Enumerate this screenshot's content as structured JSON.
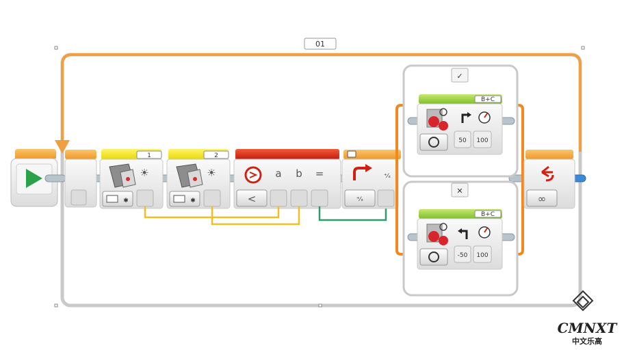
{
  "loop": {
    "label": "01",
    "infinity_symbol": "∞"
  },
  "sensors": [
    {
      "port": "1",
      "icon": "color-sensor-icon"
    },
    {
      "port": "2",
      "icon": "color-sensor-icon"
    }
  ],
  "compare": {
    "input_a": "a",
    "input_b": "b",
    "result": "=",
    "operator": "<"
  },
  "switch": {
    "true_tab": "✓",
    "false_tab": "✕",
    "case_symbol": "⁺⁄ₓ"
  },
  "steer_true": {
    "ports": "B+C",
    "steering": "50",
    "power": "100"
  },
  "steer_false": {
    "ports": "B+C",
    "steering": "-50",
    "power": "100"
  },
  "watermark": {
    "brand": "CMNXT",
    "subtitle": "中文乐高"
  },
  "colors": {
    "loop_orange": "#f0a040",
    "sensor_yellow": "#f2e400",
    "math_red": "#d02010",
    "motor_green": "#8fc93a",
    "wire_yellow": "#f0c020",
    "wire_green": "#2e9c6a",
    "switch_orange": "#f08a20"
  }
}
